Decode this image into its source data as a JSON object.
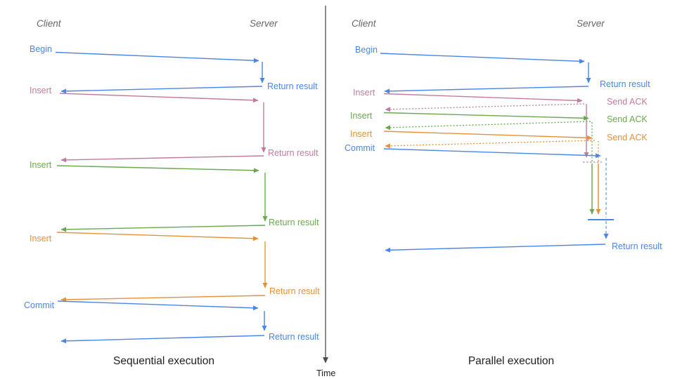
{
  "palette": {
    "blue": "#4a86e8",
    "blue_light": "#6d9eeb",
    "pink": "#c27ba0",
    "green": "#6aa84f",
    "orange": "#e69138",
    "axis": "#4d4d4d",
    "header_gray": "#666666",
    "caption_black": "#1f1f1f"
  },
  "time_axis": {
    "label": "Time"
  },
  "left_panel": {
    "title": "Sequential execution",
    "client_header": "Client",
    "server_header": "Server",
    "messages": [
      {
        "label": "Begin",
        "color": "blue",
        "return_label": "Return result"
      },
      {
        "label": "Insert",
        "color": "pink",
        "return_label": "Return result"
      },
      {
        "label": "Insert",
        "color": "green",
        "return_label": "Return result"
      },
      {
        "label": "Insert",
        "color": "orange",
        "return_label": "Return result"
      },
      {
        "label": "Commit",
        "color": "blue",
        "return_label": "Return result"
      }
    ]
  },
  "right_panel": {
    "title": "Parallel execution",
    "client_header": "Client",
    "server_header": "Server",
    "messages": [
      {
        "label": "Begin",
        "color": "blue",
        "response_label": "Return result",
        "response_style": "solid"
      },
      {
        "label": "Insert",
        "color": "pink",
        "response_label": "Send ACK",
        "response_style": "dotted"
      },
      {
        "label": "Insert",
        "color": "green",
        "response_label": "Send ACK",
        "response_style": "dotted"
      },
      {
        "label": "Insert",
        "color": "orange",
        "response_label": "Send ACK",
        "response_style": "dotted"
      },
      {
        "label": "Commit",
        "color": "blue",
        "response_label": "Return result",
        "response_style": "deferred"
      }
    ],
    "final_return_label": "Return result"
  }
}
